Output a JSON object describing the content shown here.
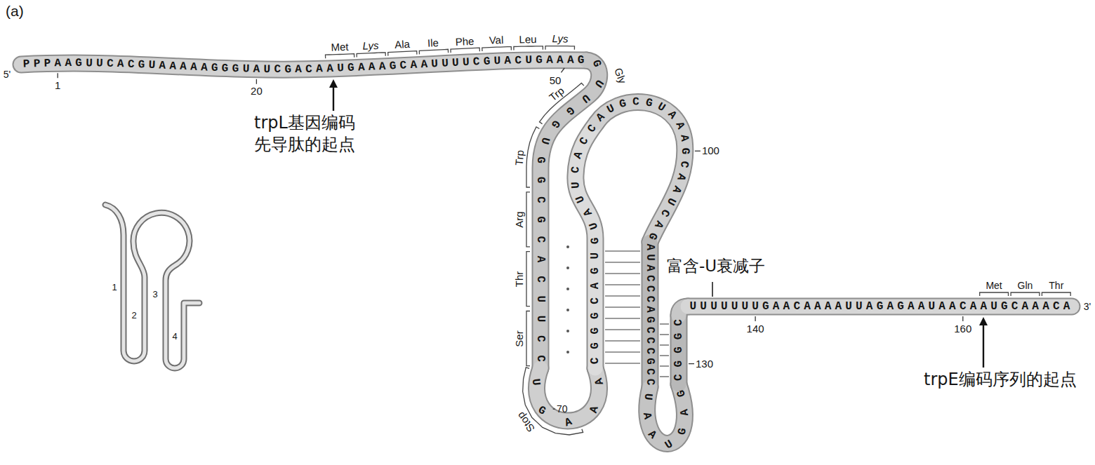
{
  "diagram": {
    "labels": [
      "(a)",
      "5'",
      "PPPAAGUUCACGUAAAAAGGGUAUCGACAAUGAAAGCAAUUUUCGUACUGAAAG",
      "1",
      "20",
      "Met",
      "Lys",
      "Ala",
      "Ile",
      "Phe",
      "Val",
      "Leu",
      "Lys",
      "50",
      "Gly",
      "trpL基因编码 先导肽的起点",
      "GUUGGUGGCGCACUUCC",
      "Trp",
      "Trp",
      "Arg",
      "Thr",
      "Ser",
      "UGAAA",
      "Stop",
      "70",
      "CGGGCAGUGUAUUCACC",
      "AUGCGUAAAGCAAUCAG",
      "100",
      "AUACCCAGCCCGCC",
      "UAAUGAG",
      "CGGGC",
      "130",
      "富含-U衰减子",
      "UUUUUUUGAACAAAAUUAGAGAAUAACAAUGCAAACA",
      "140",
      "160",
      "Met",
      "Gln",
      "Thr",
      "3'",
      "trpE编码序列的起点",
      "1",
      "2",
      "3",
      "4"
    ]
  }
}
